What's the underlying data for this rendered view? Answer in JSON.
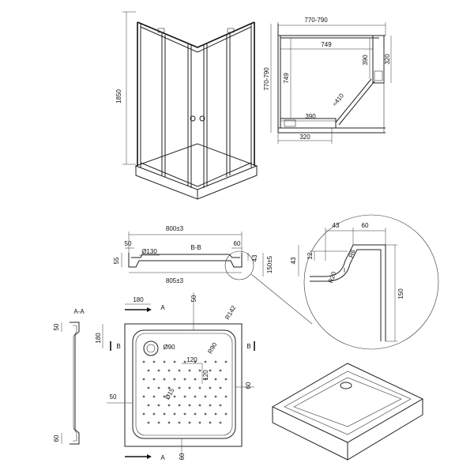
{
  "cabin": {
    "height": "1850"
  },
  "plan": {
    "outer_width": "770-790",
    "inner_width": "749",
    "outer_depth": "770-790",
    "inner_depth": "749",
    "door_right": "390",
    "door_right_small": "320",
    "radius": "≈410",
    "door_bottom": "390",
    "door_bottom_small": "320"
  },
  "section_bb": {
    "title": "B-B",
    "top_width": "800±3",
    "bottom_width": "805±3",
    "left_margin": "50",
    "right_margin": "60",
    "drain": "Ø130",
    "left_height": "55",
    "right_height": "43",
    "side_height": "150±5"
  },
  "detail": {
    "w43": "43",
    "w60": "60",
    "h12": "12",
    "h43": "43",
    "r6": "R6",
    "r20": "R20",
    "height": "150",
    "mark": "I"
  },
  "section_aa": {
    "title": "A-A",
    "top": "50",
    "bottom": "60"
  },
  "top_view": {
    "a_label_top": "A",
    "a_label_bottom": "A",
    "b_label_left": "B",
    "b_label_right": "B",
    "d180_top": "180",
    "d50_top": "50",
    "r142": "R142",
    "d180_left": "180",
    "drain_d": "Ø90",
    "r90": "R90",
    "d120_h": "120",
    "d120_v": "120",
    "d15": "Ø15",
    "d50_left": "50",
    "d60_right": "60",
    "d60_bottom": "60"
  }
}
